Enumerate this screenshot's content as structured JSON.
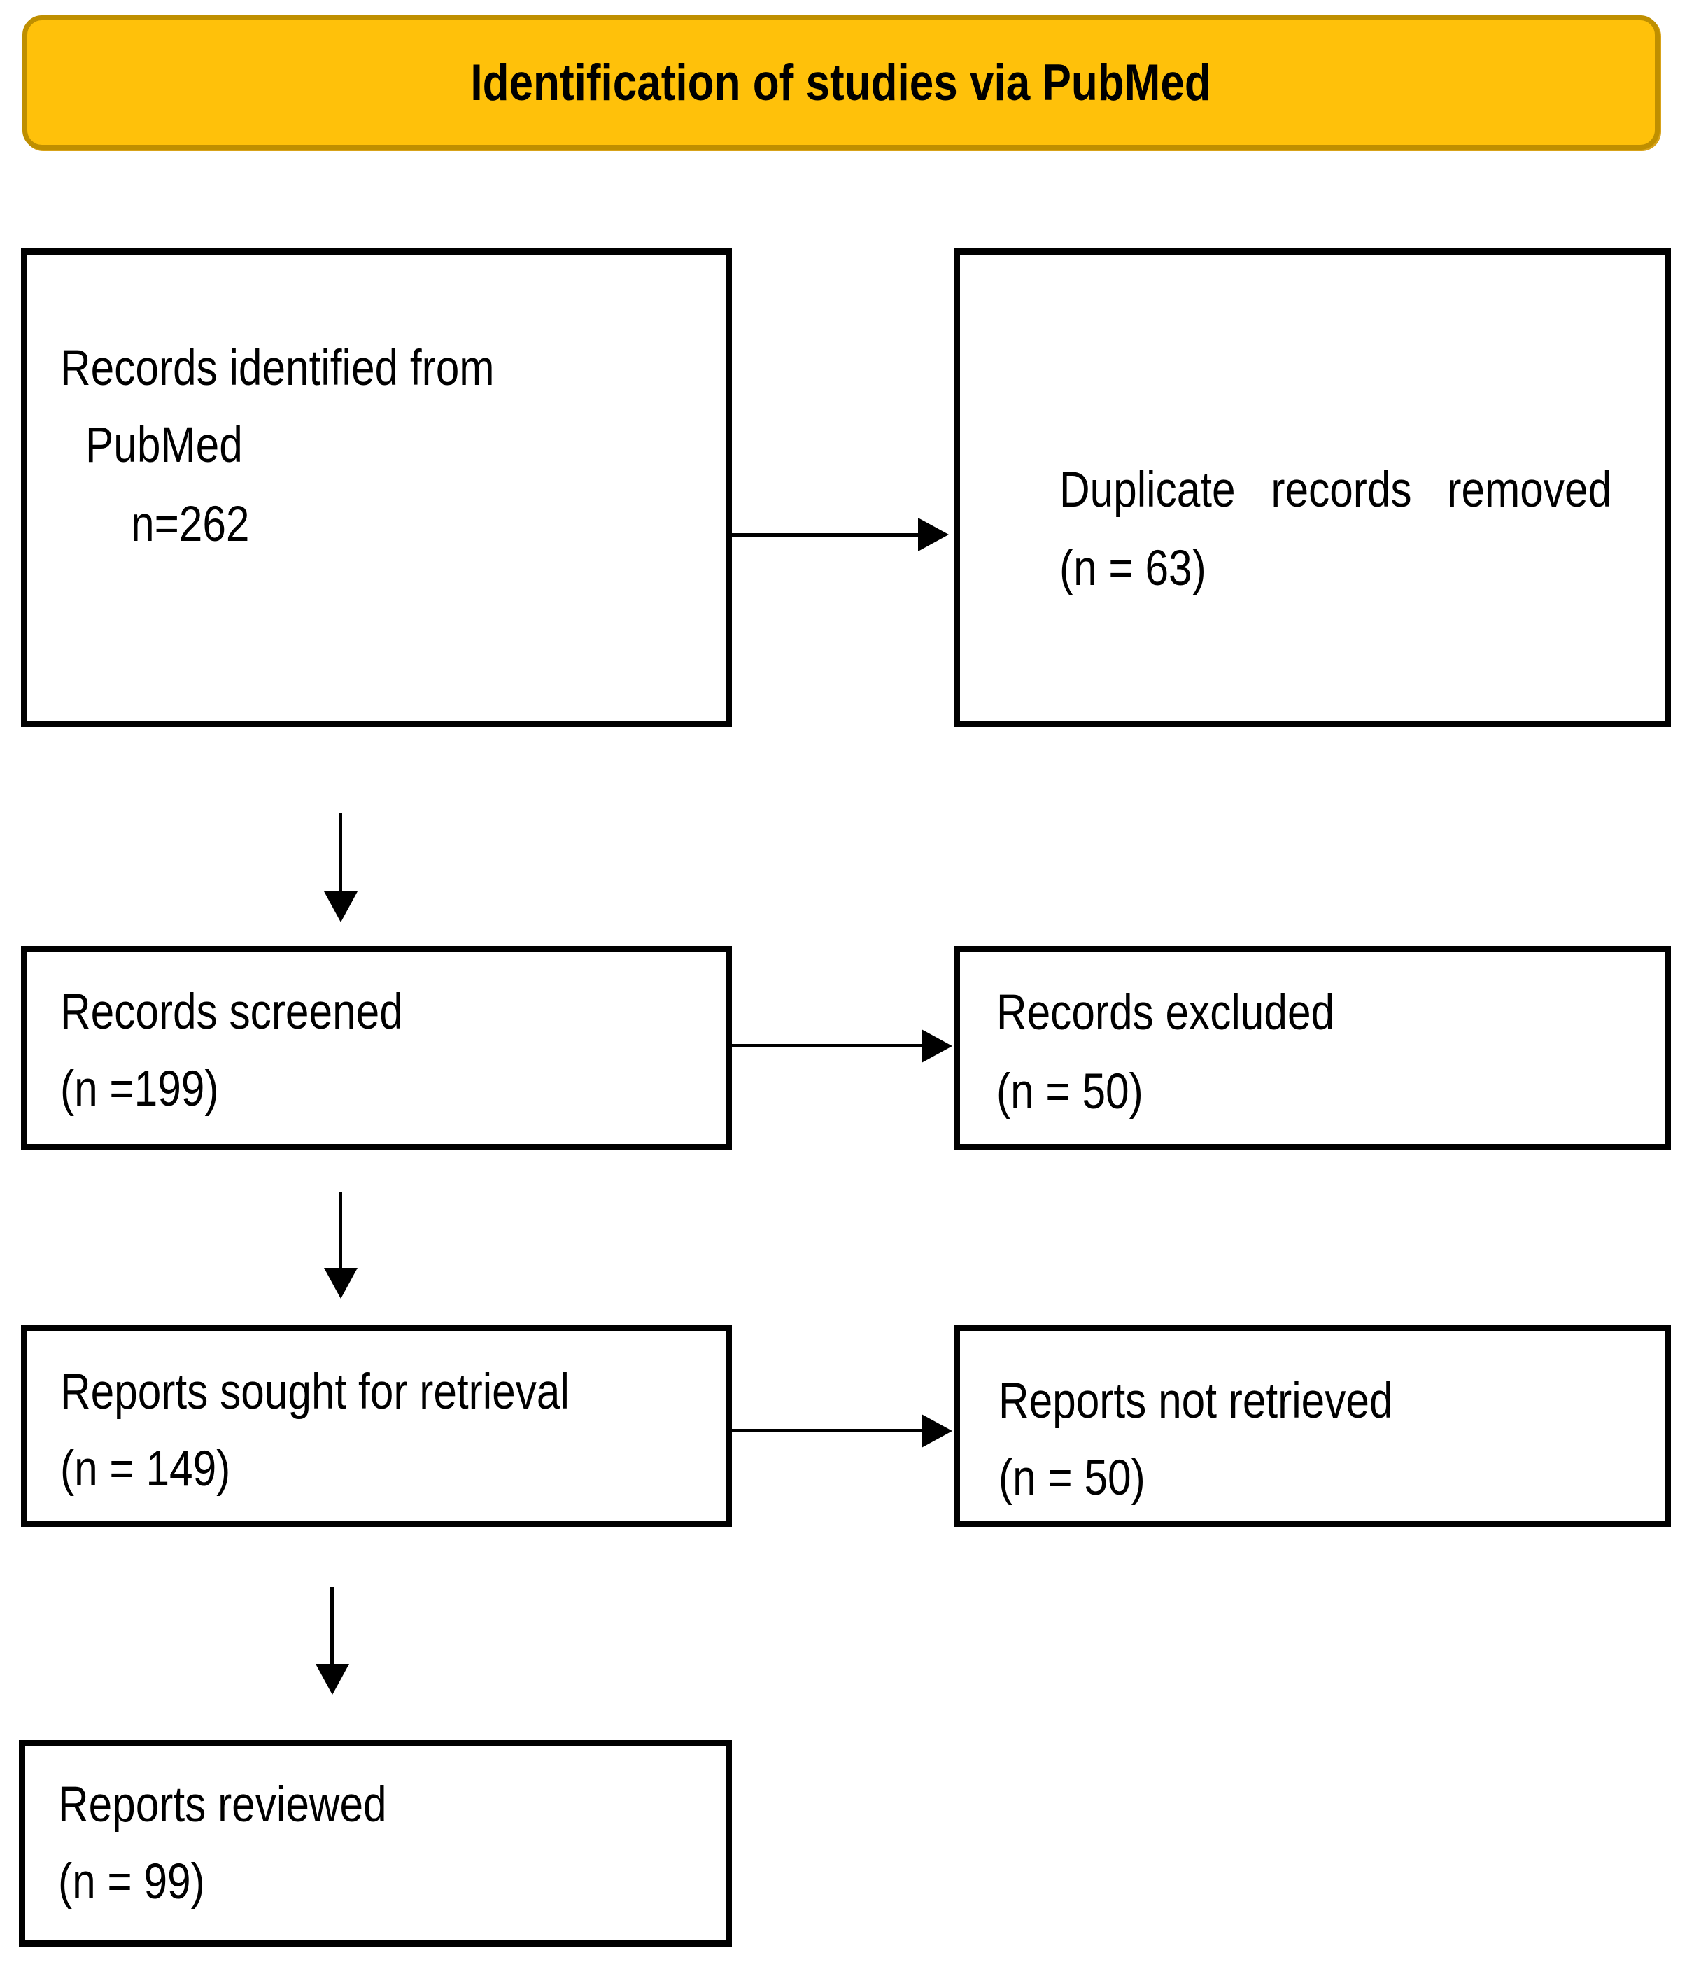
{
  "title": "Identification of studies via PubMed",
  "colors": {
    "banner_fill": "#FFC10A",
    "banner_border": "#BF8F00",
    "box_border": "#000000",
    "text": "#000000",
    "background": "#FFFFFF"
  },
  "boxes": {
    "records_identified": {
      "lines": [
        "Records identified from",
        "PubMed",
        "n=262"
      ]
    },
    "duplicates_removed": {
      "lines": [
        "Duplicate records removed",
        "(n = 63)"
      ]
    },
    "records_screened": {
      "lines": [
        "Records screened",
        "(n =199)"
      ]
    },
    "records_excluded": {
      "lines": [
        "Records excluded",
        "(n = 50)"
      ]
    },
    "reports_sought": {
      "lines": [
        "Reports sought for retrieval",
        "(n = 149)"
      ]
    },
    "reports_not_retrieved": {
      "lines": [
        "Reports not retrieved",
        "(n = 50)"
      ]
    },
    "reports_reviewed": {
      "lines": [
        "Reports reviewed",
        "(n = 99)"
      ]
    }
  }
}
